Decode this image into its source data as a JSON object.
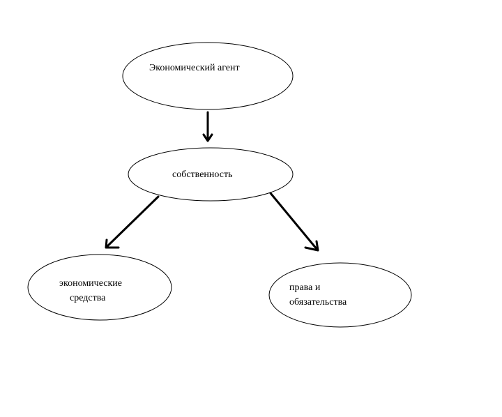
{
  "diagram": {
    "colors": {
      "stroke": "#000000",
      "background": "#ffffff"
    },
    "nodes": {
      "agent": {
        "label": "Экономический агент"
      },
      "property": {
        "label": "собственность"
      },
      "means": {
        "line1": "экономические",
        "line2": "средства"
      },
      "rights": {
        "line1": "права и",
        "line2": "обязательства"
      }
    },
    "edges": [
      {
        "from": "agent",
        "to": "property"
      },
      {
        "from": "property",
        "to": "means"
      },
      {
        "from": "property",
        "to": "rights"
      }
    ]
  }
}
